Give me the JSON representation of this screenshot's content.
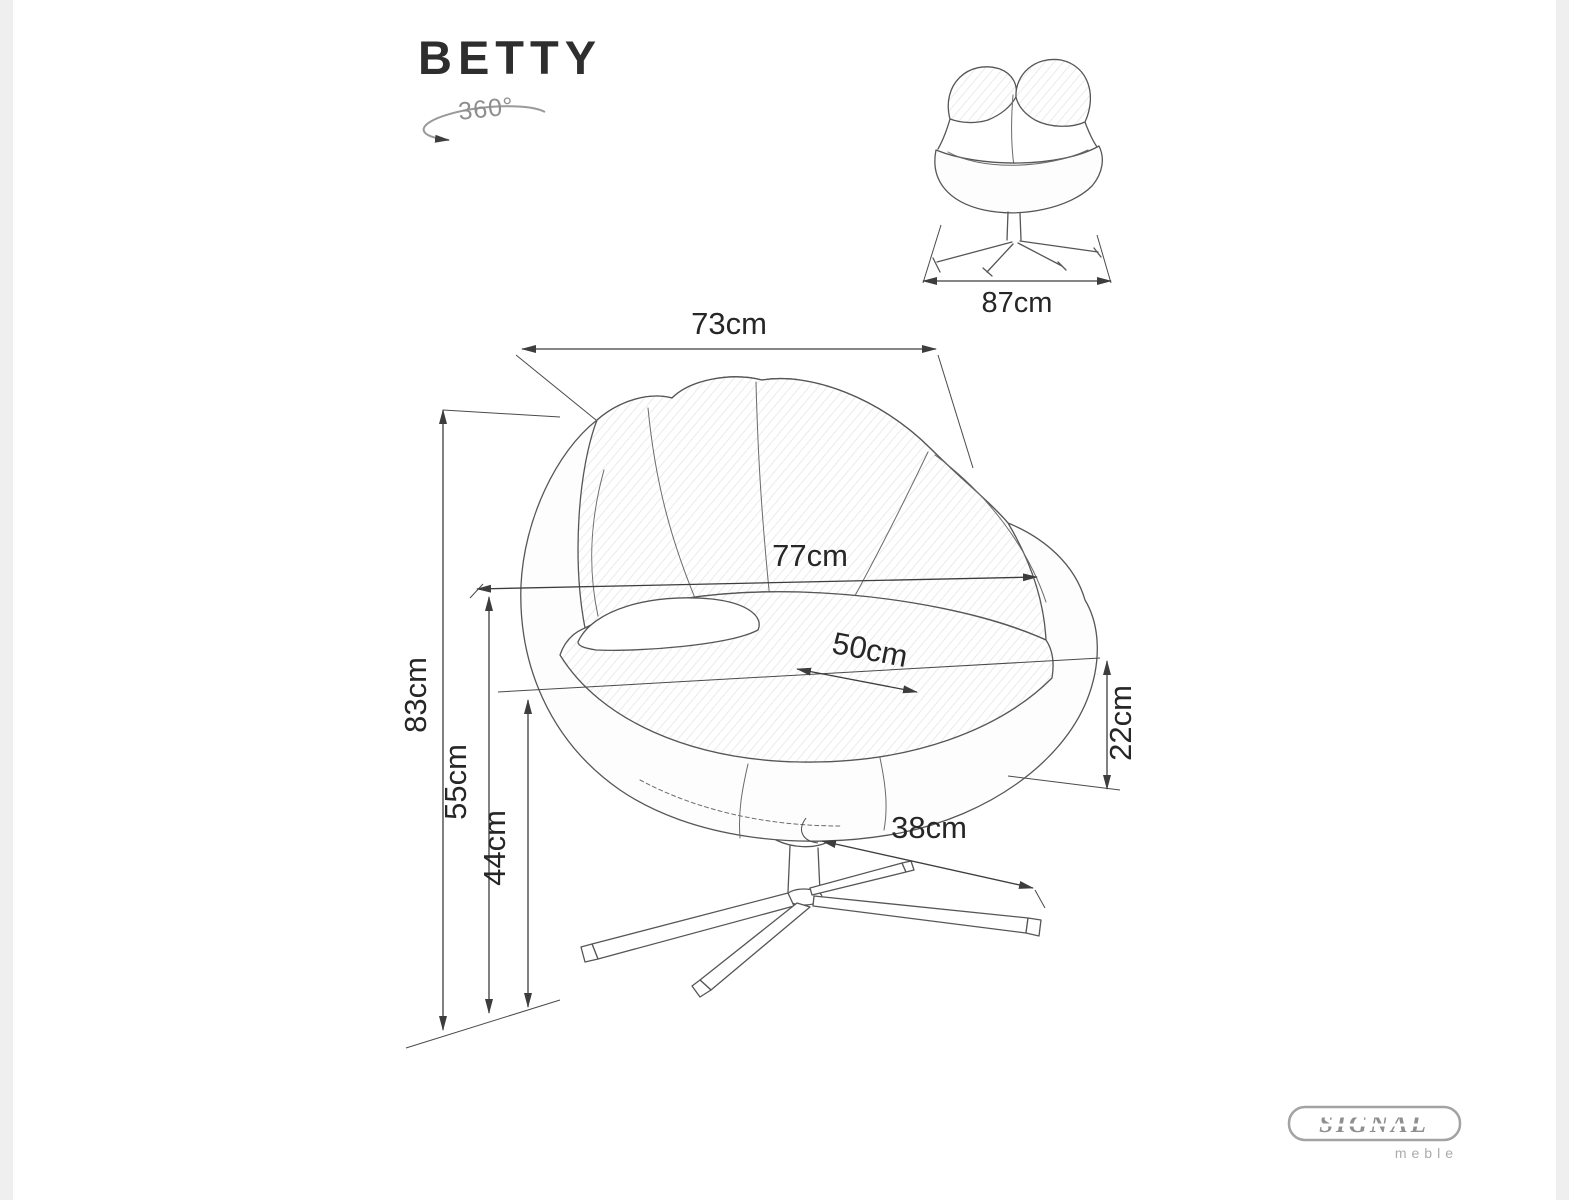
{
  "title": "BETTY",
  "rotation_label": "360°",
  "brand": {
    "name": "SIGNAL",
    "subtitle": "meble"
  },
  "dimensions": {
    "top_width": "73cm",
    "side_depth": "87cm",
    "inner_width": "77cm",
    "seat_depth": "50cm",
    "total_height": "83cm",
    "back_height": "55cm",
    "seat_height": "44cm",
    "cushion_height": "22cm",
    "base_arm_length": "38cm"
  }
}
